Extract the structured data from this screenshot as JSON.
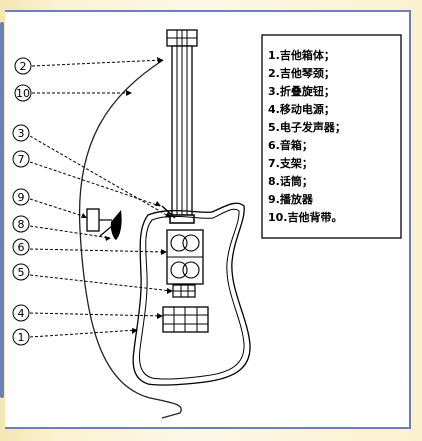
{
  "callouts": [
    {
      "num": "2",
      "target": "吉他琴颈"
    },
    {
      "num": "10",
      "target": "吉他背带"
    },
    {
      "num": "3",
      "target": "折叠旋钮"
    },
    {
      "num": "7",
      "target": "支架"
    },
    {
      "num": "9",
      "target": "播放器"
    },
    {
      "num": "8",
      "target": "话筒"
    },
    {
      "num": "6",
      "target": "音箱"
    },
    {
      "num": "5",
      "target": "电子发声器"
    },
    {
      "num": "4",
      "target": "移动电源"
    },
    {
      "num": "1",
      "target": "吉他箱体"
    }
  ],
  "legend": {
    "items": [
      "1.吉他箱体；",
      "2.吉他琴颈；",
      "3.折叠旋钮；",
      "4.移动电源；",
      "5.电子发声器；",
      "6.音箱；",
      "7.支架；",
      "8.话筒；",
      "9.播放器",
      "10.吉他背带。"
    ]
  },
  "colors": {
    "frame_border": "#6b7fb8",
    "background": "#fdf6dd",
    "line": "#000000"
  }
}
